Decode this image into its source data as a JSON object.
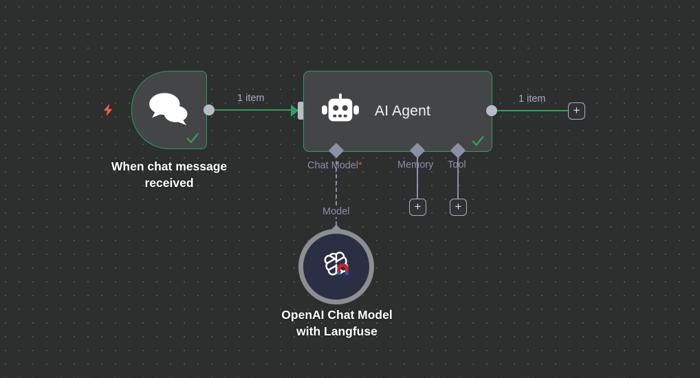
{
  "canvas": {
    "background_color": "#2d2e2e",
    "grid_dot_color": "#525353",
    "accent_success": "#2f9e62",
    "accent_trigger": "#e8614a",
    "sub_connector_color": "#8a90a8"
  },
  "nodes": {
    "trigger": {
      "caption": "When chat message received",
      "icon": "chat-bubbles-icon",
      "status": "success",
      "trigger_icon": "lightning-bolt-icon"
    },
    "agent": {
      "title": "AI Agent",
      "caption": "AI Agent",
      "icon": "robot-icon",
      "status": "success"
    },
    "openai": {
      "caption": "OpenAI Chat Model with Langfuse",
      "caption_line_1": "OpenAI Chat Model",
      "caption_line_2": "with Langfuse",
      "icon": "openai-langfuse-icon"
    }
  },
  "connections": {
    "trigger_to_agent_label": "1 item",
    "agent_output_label": "1 item",
    "model_link_label": "Model"
  },
  "sub_connectors": [
    {
      "label": "Chat Model",
      "required": true,
      "required_marker": "*",
      "has_connection": true
    },
    {
      "label": "Memory",
      "required": false,
      "required_marker": "",
      "has_connection": false
    },
    {
      "label": "Tool",
      "required": false,
      "required_marker": "",
      "has_connection": false
    }
  ],
  "buttons": {
    "add_label": "+"
  }
}
